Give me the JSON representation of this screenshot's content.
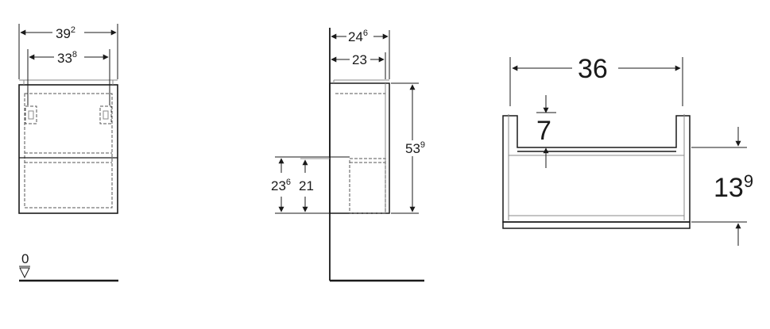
{
  "front_view": {
    "width_outer": {
      "main": "39",
      "sup": "2"
    },
    "width_inner": {
      "main": "33",
      "sup": "8"
    },
    "floor_level": "0"
  },
  "side_view": {
    "depth_outer": {
      "main": "24",
      "sup": "6"
    },
    "depth_inner": "23",
    "height": {
      "main": "53",
      "sup": "9"
    },
    "shelf_height_outer": {
      "main": "23",
      "sup": "6"
    },
    "shelf_height_inner": "21"
  },
  "top_view": {
    "width": "36",
    "offset": "7",
    "depth": {
      "main": "13",
      "sup": "9"
    }
  }
}
